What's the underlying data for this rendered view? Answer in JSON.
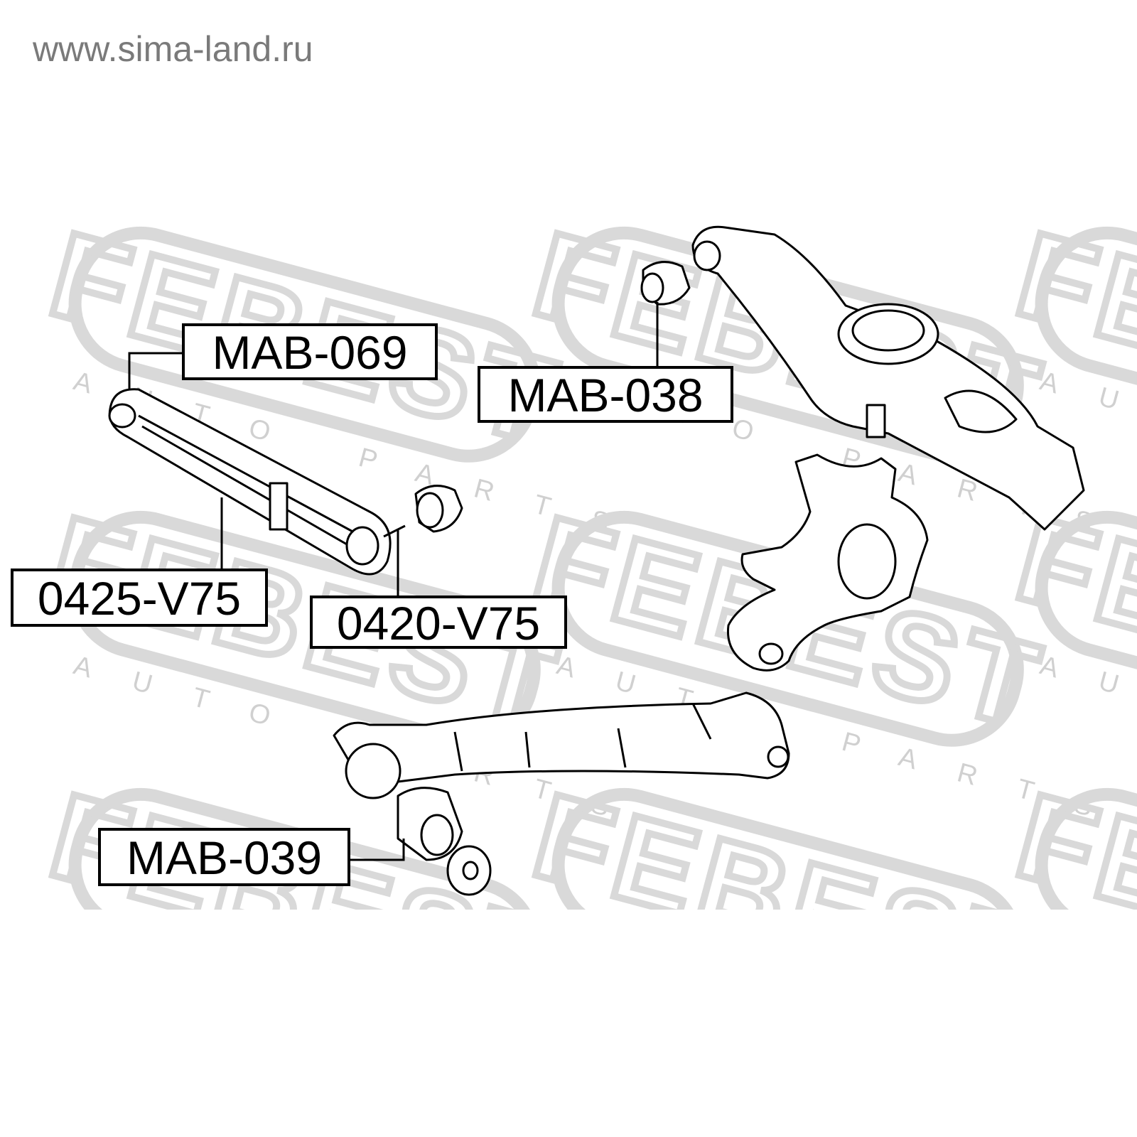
{
  "watermark_url": "www.sima-land.ru",
  "brand_watermark": {
    "logo": "FEBEST",
    "tagline": "AUTO PARTS"
  },
  "part_labels": {
    "mab_069": "MAB-069",
    "mab_038": "MAB-038",
    "v75_0425": "0425-V75",
    "v75_0420": "0420-V75",
    "mab_039": "MAB-039"
  },
  "colors": {
    "line": "#000000",
    "watermark": "#d4d4d4",
    "url_text": "#7a7a7a"
  }
}
